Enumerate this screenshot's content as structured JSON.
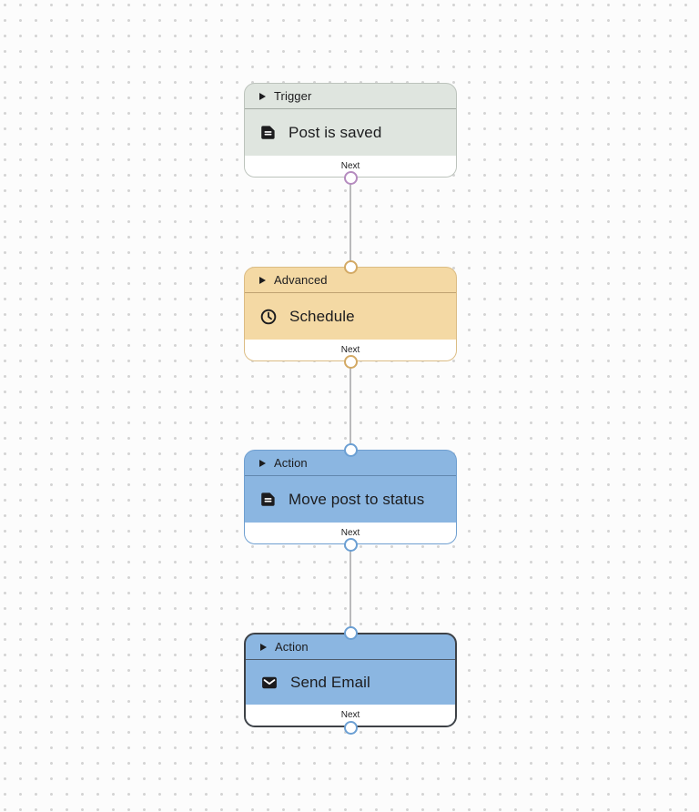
{
  "canvas": {
    "background": "#fcfcfc",
    "dot_color": "#d4d4d4",
    "connector_color": "#b9b9bb"
  },
  "node_chrome": {
    "header_icon": "disclosure-triangle-icon",
    "text_color": "#1c1c1e",
    "footer_background": "#ffffff"
  },
  "nodes": [
    {
      "category": "Trigger",
      "label": "Post is saved",
      "icon": "document-icon",
      "footer_label": "Next",
      "selected": false,
      "has_input": false,
      "has_output": true,
      "colors": {
        "fill": "#dfe5df",
        "border": "#bcc3bc",
        "separator": "#a2a9a2",
        "port": "#b58bbf"
      }
    },
    {
      "category": "Advanced",
      "label": "Schedule",
      "icon": "clock-icon",
      "footer_label": "Next",
      "selected": false,
      "has_input": true,
      "has_output": true,
      "colors": {
        "fill": "#f4d9a4",
        "border": "#dbbc84",
        "separator": "#bfa271",
        "port": "#d3a964"
      }
    },
    {
      "category": "Action",
      "label": "Move post to status",
      "icon": "document-icon",
      "footer_label": "Next",
      "selected": false,
      "has_input": true,
      "has_output": true,
      "colors": {
        "fill": "#8bb6e1",
        "border": "#6f9fd0",
        "separator": "#6288ae",
        "port": "#6b9fd3"
      }
    },
    {
      "category": "Action",
      "label": "Send Email",
      "icon": "envelope-icon",
      "footer_label": "Next",
      "selected": true,
      "has_input": true,
      "has_output": true,
      "colors": {
        "fill": "#8bb6e1",
        "border": "#3e4247",
        "separator": "#4d5b6b",
        "port": "#6b9fd3"
      }
    }
  ]
}
